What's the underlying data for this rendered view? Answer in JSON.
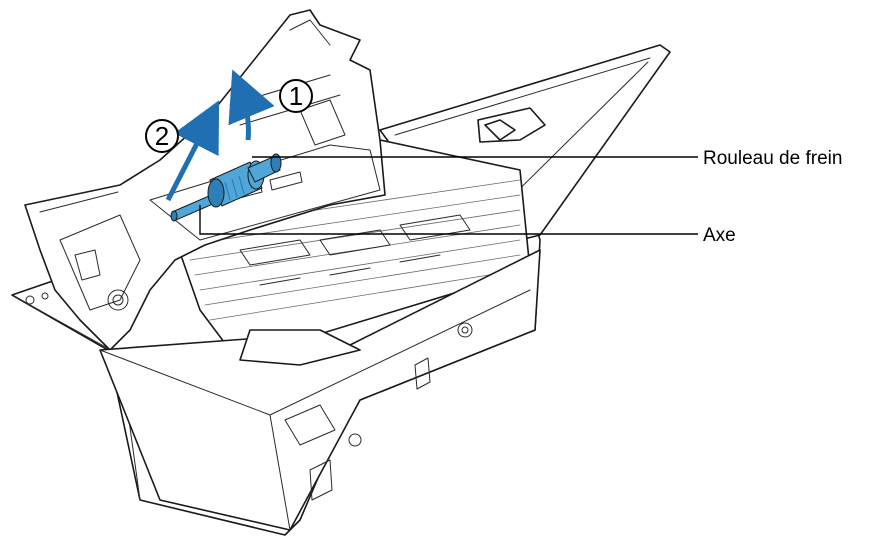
{
  "callouts": {
    "brake_roller": "Rouleau de frein",
    "shaft": "Axe"
  },
  "steps": {
    "step_1": "1",
    "step_2": "2"
  },
  "colors": {
    "part_highlight": "#4fa6d8",
    "part_shadow": "#2d7fb6",
    "arrow": "#1f6fb2",
    "outline": "#1a1a1a"
  },
  "icons": {
    "step_marker": "circled-number-icon",
    "direction": "curved-arrow-icon"
  }
}
